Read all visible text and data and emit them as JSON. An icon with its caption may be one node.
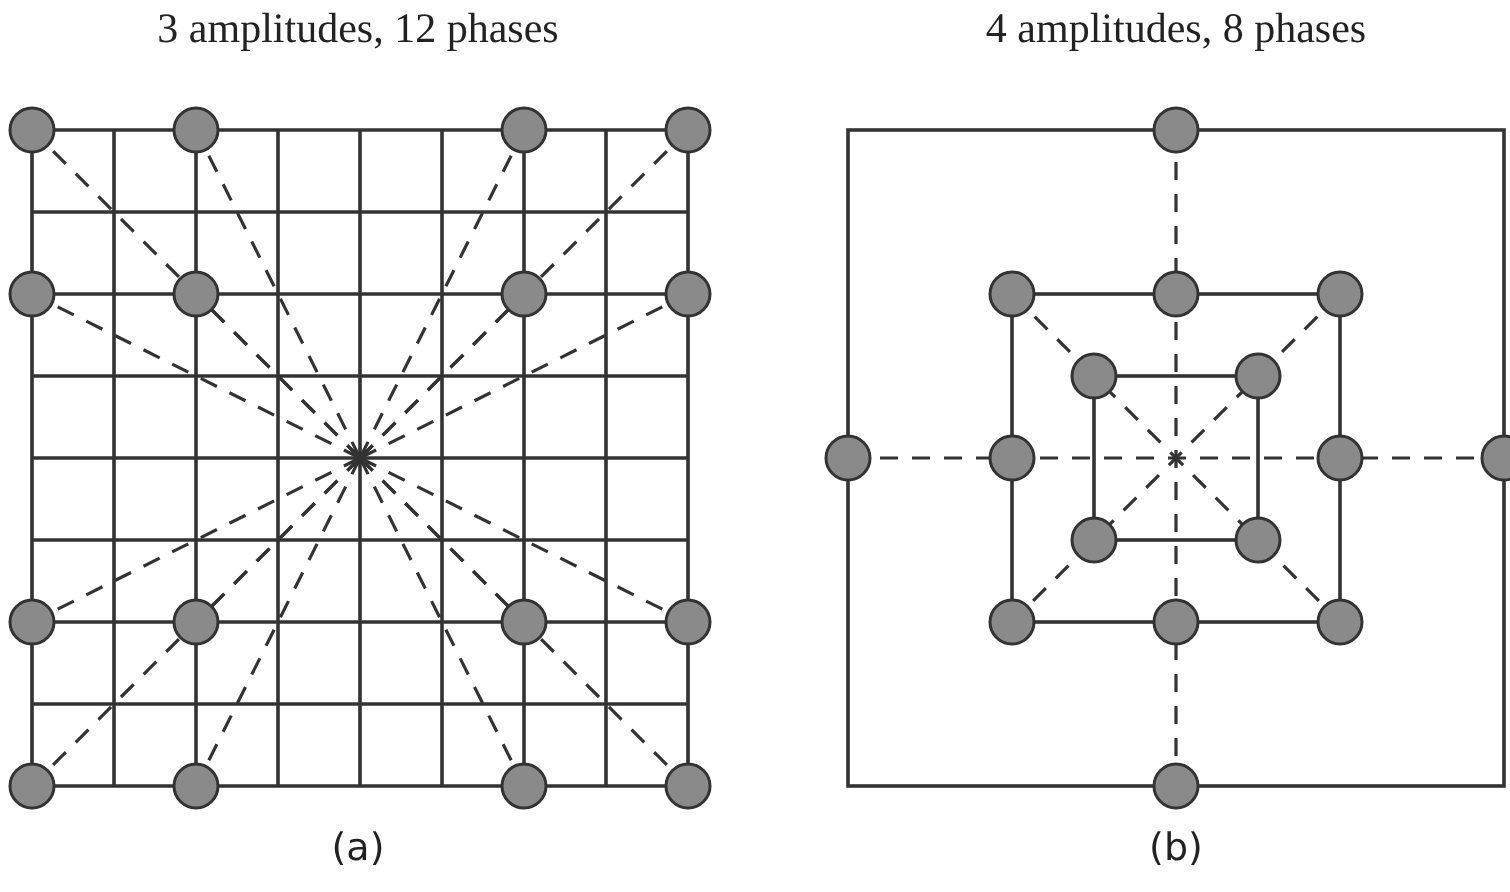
{
  "diagram": {
    "labels": [
      "3 amplitudes, 12 phases",
      "4 amplitudes, 8 phases",
      "(a)",
      "(b)"
    ]
  }
}
